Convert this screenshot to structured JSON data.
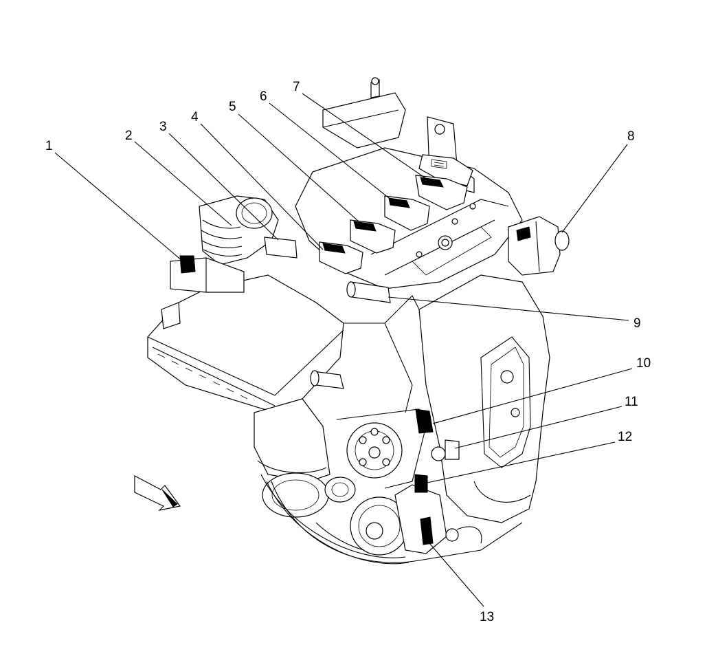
{
  "callouts": [
    {
      "id": 1,
      "text": "1"
    },
    {
      "id": 2,
      "text": "2"
    },
    {
      "id": 3,
      "text": "3"
    },
    {
      "id": 4,
      "text": "4"
    },
    {
      "id": 5,
      "text": "5"
    },
    {
      "id": 6,
      "text": "6"
    },
    {
      "id": 7,
      "text": "7"
    },
    {
      "id": 8,
      "text": "8"
    },
    {
      "id": 9,
      "text": "9"
    },
    {
      "id": 10,
      "text": "10"
    },
    {
      "id": 11,
      "text": "11"
    },
    {
      "id": 12,
      "text": "12"
    },
    {
      "id": 13,
      "text": "13"
    }
  ],
  "colors": {
    "line": "#000000",
    "background": "#ffffff"
  },
  "icons": {
    "direction_arrow": "front-direction-arrow-icon"
  }
}
